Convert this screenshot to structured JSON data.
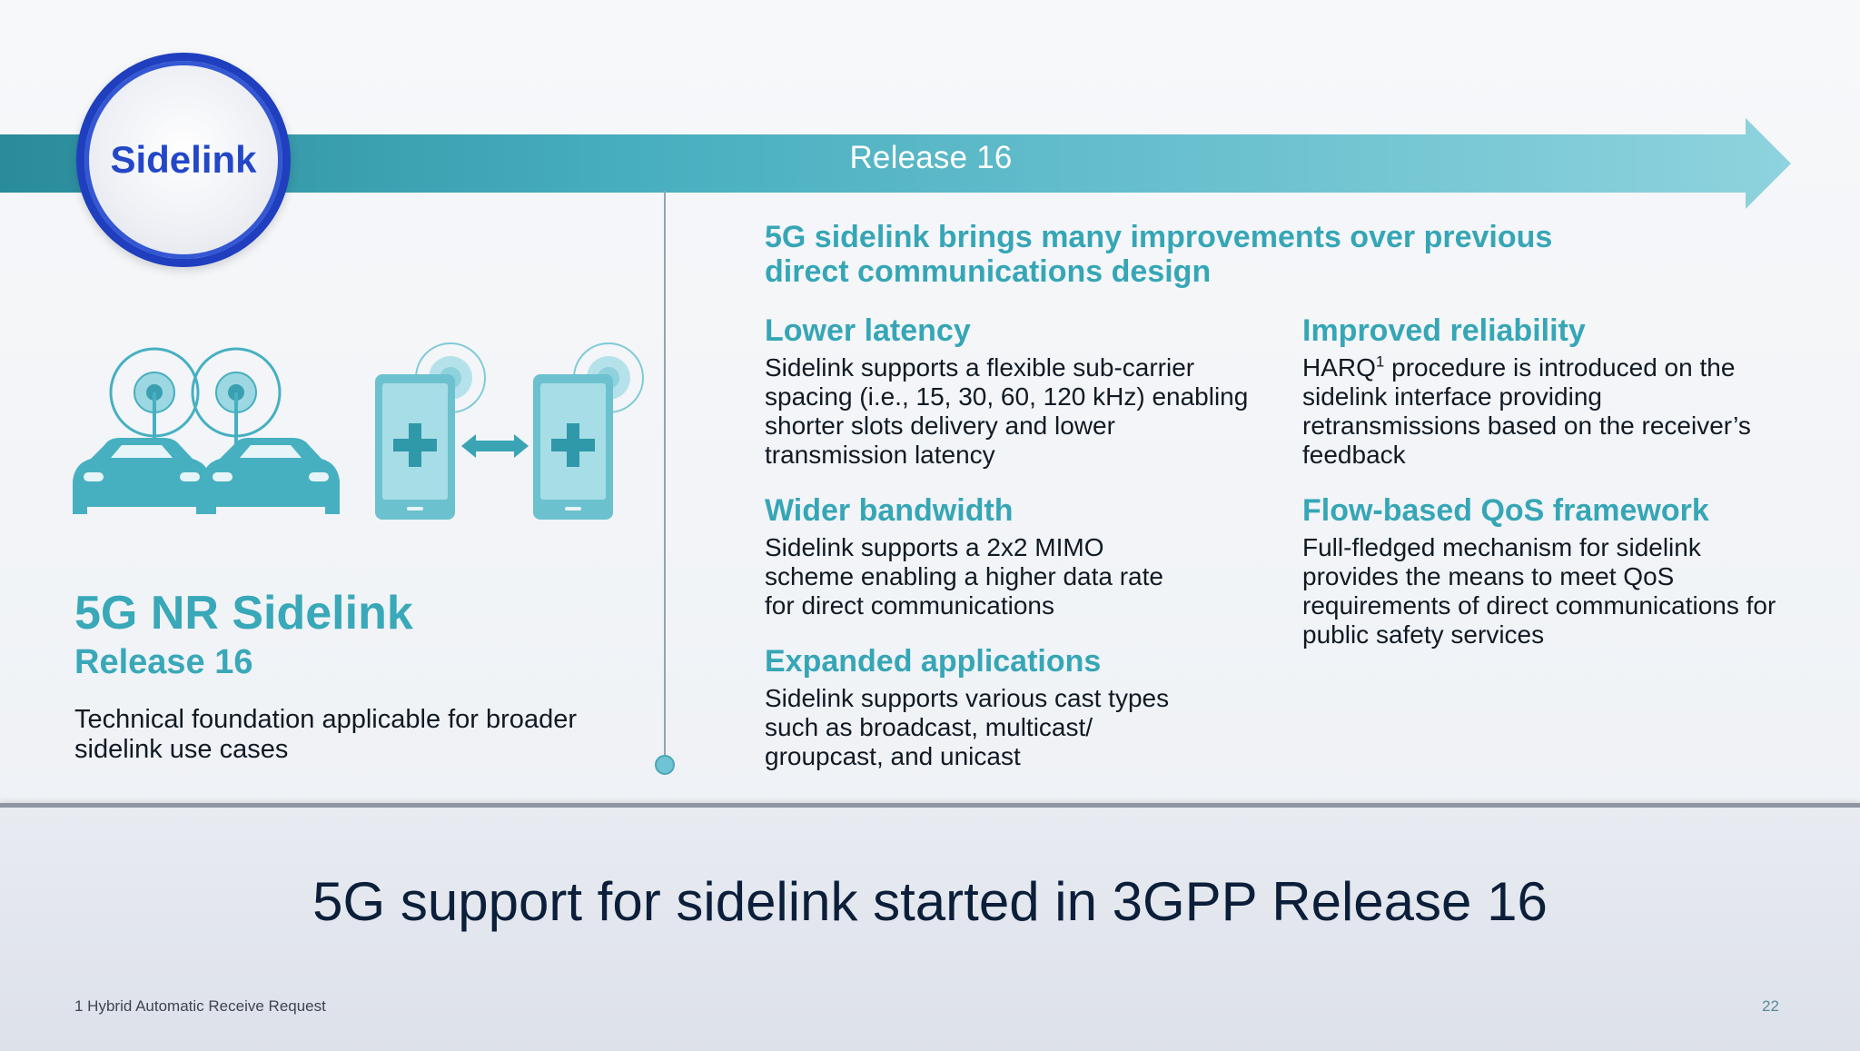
{
  "header": {
    "badge_label": "Sidelink",
    "arrow_label": "Release 16"
  },
  "illustration": {
    "left_icon": "connected-cars-icon",
    "right_icon": "phones-direct-link-icon",
    "accent": "#46b0c1"
  },
  "left_panel": {
    "title": "5G NR Sidelink",
    "subtitle": "Release 16",
    "description": "Technical foundation applicable for broader sidelink use cases"
  },
  "headline": "5G sidelink brings many improvements over previous direct communications design",
  "features": {
    "lower_latency": {
      "title": "Lower latency",
      "text": "Sidelink supports a flexible sub-carrier spacing (i.e., 15, 30, 60, 120 kHz) enabling shorter slots delivery and lower transmission latency"
    },
    "improved_reliability": {
      "title": "Improved reliability",
      "text_prefix": "HARQ",
      "sup": "1",
      "text_suffix": " procedure is introduced on the sidelink interface providing retransmissions based on the receiver’s feedback"
    },
    "wider_bandwidth": {
      "title": "Wider bandwidth",
      "text": "Sidelink supports a 2x2 MIMO scheme enabling a higher data rate for direct communications"
    },
    "flow_qos": {
      "title": "Flow-based QoS framework",
      "text": "Full-fledged mechanism for sidelink provides the means to meet QoS requirements of direct communications for public safety services"
    },
    "expanded_applications": {
      "title": "Expanded applications",
      "text": "Sidelink supports various cast types such as broadcast, multicast/ groupcast, and unicast"
    }
  },
  "bottom": {
    "title": "5G support for sidelink started in 3GPP Release 16",
    "footnote": "1 Hybrid Automatic Receive Request",
    "page_number": "22"
  },
  "colors": {
    "teal": "#36a6b6",
    "badge_blue": "#1f3fbf",
    "navy": "#0c1f3a"
  }
}
